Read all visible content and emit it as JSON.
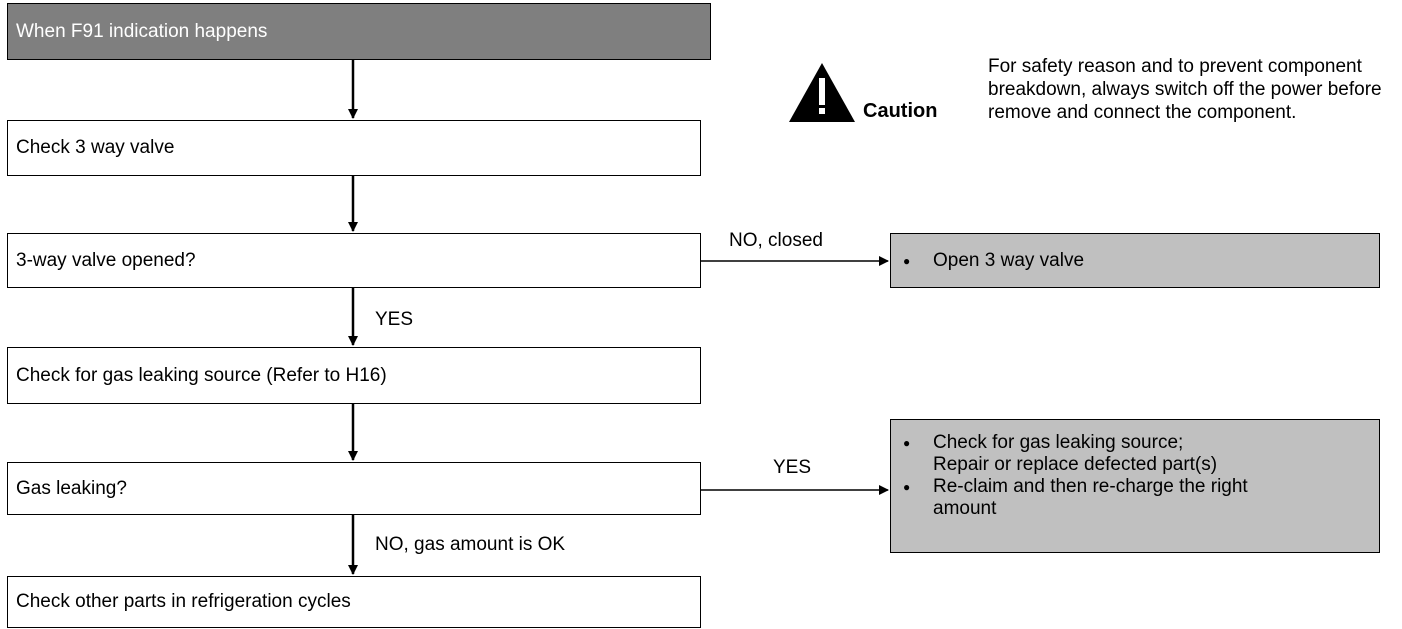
{
  "steps": {
    "start": "When F91 indication happens",
    "check_valve": "Check 3 way valve",
    "valve_opened": "3-way valve opened?",
    "check_leak": "Check for gas leaking source (Refer to H16)",
    "gas_leaking": "Gas leaking?",
    "check_other": "Check other parts in refrigeration cycles"
  },
  "edges": {
    "valve_yes": "YES",
    "valve_no": "NO, closed",
    "leak_yes": "YES",
    "leak_no": "NO, gas amount is OK"
  },
  "actions": {
    "open_valve": [
      "Open 3 way valve"
    ],
    "fix_leak": [
      "Check for gas leaking source;\nRepair or replace defected part(s)",
      "Re-claim and then re-charge the right amount"
    ]
  },
  "caution": {
    "label": "Caution",
    "text": "For safety reason and to prevent component breakdown, always switch off the power before remove and connect the component."
  },
  "colors": {
    "header_fill": "#7f7f7f",
    "action_fill": "#c0c0c0"
  }
}
